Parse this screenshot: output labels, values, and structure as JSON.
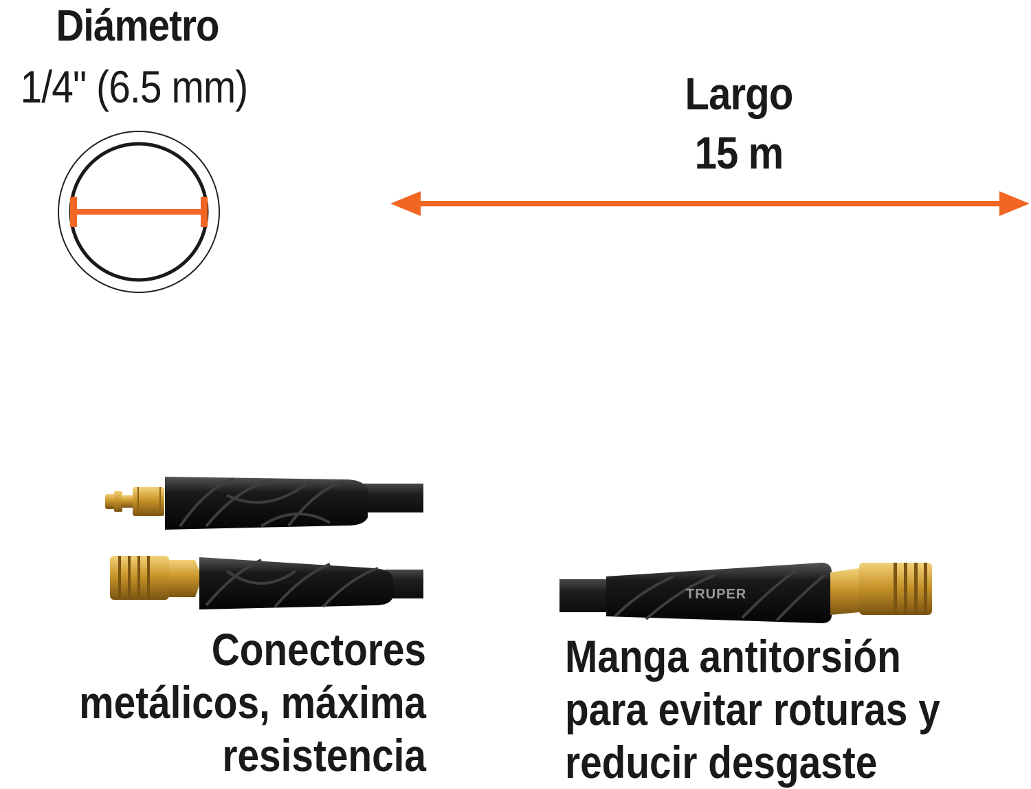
{
  "diameter": {
    "title": "Diámetro",
    "value": "1/4\" (6.5 mm)"
  },
  "length": {
    "title": "Largo",
    "value": "15 m"
  },
  "captions": {
    "connectors": [
      "Conectores",
      "metálicos, máxima",
      "resistencia"
    ],
    "sleeve": [
      "Manga antitorsión",
      "para evitar roturas y",
      "reducir desgaste"
    ]
  },
  "brand_mark": "TRUPER",
  "colors": {
    "accent": "#f26522",
    "text": "#1a1a1a",
    "hose": "#1c1c1c",
    "brass": "#d4a233"
  }
}
